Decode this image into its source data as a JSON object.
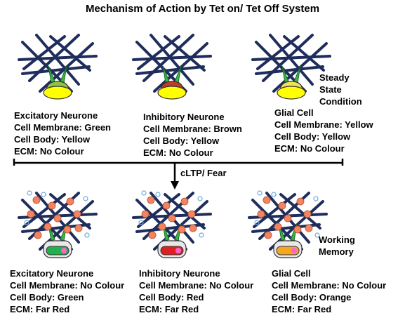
{
  "title": "Mechanism of Action by Tet on/ Tet Off System",
  "arrow_label": "cLTP/ Fear",
  "side_labels": {
    "steady": [
      "Steady",
      "State",
      "Condition"
    ],
    "working": [
      "Working",
      "Memory"
    ]
  },
  "top_row": [
    {
      "name": "Excitatory Neurone",
      "membrane": "Cell Membrane: Green",
      "body": "Cell Body: Yellow",
      "ecm": "ECM: No Colour",
      "colors": {
        "membrane": "#8bc541",
        "body": "#ffff00",
        "ecm": "#1f2d5c"
      }
    },
    {
      "name": "Inhibitory Neurone",
      "membrane": "Cell Membrane: Brown",
      "body": "Cell Body: Yellow",
      "ecm": "ECM: No Colour",
      "colors": {
        "membrane": "#c0392b",
        "body": "#ffff00",
        "ecm": "#1f2d5c"
      }
    },
    {
      "name": "Glial Cell",
      "membrane": "Cell Membrane: Yellow",
      "body": "Cell Body: Yellow",
      "ecm": "ECM: No Colour",
      "colors": {
        "membrane": "#f1e05a",
        "body": "#ffff00",
        "ecm": "#1f2d5c"
      }
    }
  ],
  "bottom_row": [
    {
      "name": "Excitatory Neurone",
      "membrane": "Cell Membrane: No Colour",
      "body": "Cell Body: Green",
      "ecm": "ECM: Far Red",
      "colors": {
        "body": "#22b14c",
        "ecm_dots": "#f4845f"
      }
    },
    {
      "name": "Inhibitory Neurone",
      "membrane": "Cell Membrane: No Colour",
      "body": "Cell Body: Red",
      "ecm": "ECM: Far Red",
      "colors": {
        "body": "#e02020",
        "ecm_dots": "#f4845f"
      }
    },
    {
      "name": "Glial Cell",
      "membrane": "Cell Membrane: No Colour",
      "body": "Cell Body: Orange",
      "ecm": "ECM: Far Red",
      "colors": {
        "body": "#f5a623",
        "ecm_dots": "#f4845f"
      }
    }
  ]
}
